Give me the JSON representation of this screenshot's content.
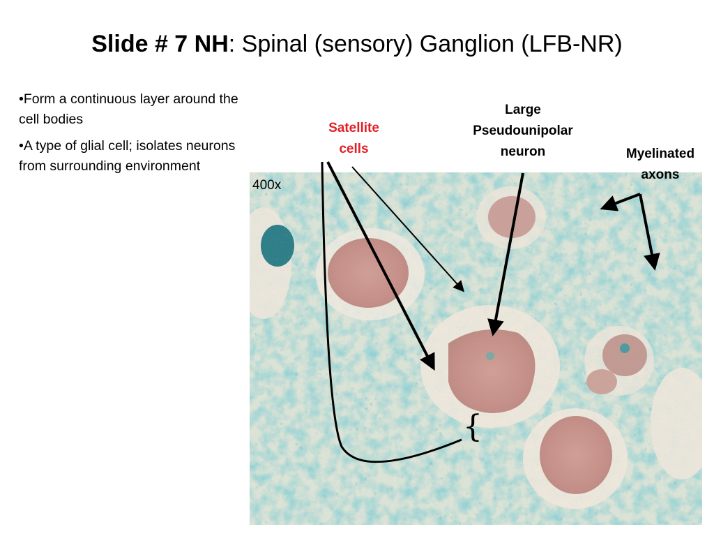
{
  "slide": {
    "title_bold": "Slide # 7 NH",
    "title_rest": ": Spinal (sensory) Ganglion (LFB-NR)",
    "bullets": [
      "•Form a continuous layer around the cell bodies",
      "•A type of glial cell; isolates neurons from surrounding environment"
    ]
  },
  "image": {
    "magnification": "400x",
    "colors": {
      "background": "#d9e2d6",
      "myelin_blue": "#3e9fa9",
      "neuron_pink": "#c89890",
      "pale_space": "#efe9df"
    }
  },
  "labels": {
    "satellite": "Satellite\ncells",
    "neuron": "Large\nPseudounipolar\nneuron",
    "axons": "Myelinated\naxons",
    "satellite_color": "#e21f26"
  },
  "brace_glyph": "{"
}
